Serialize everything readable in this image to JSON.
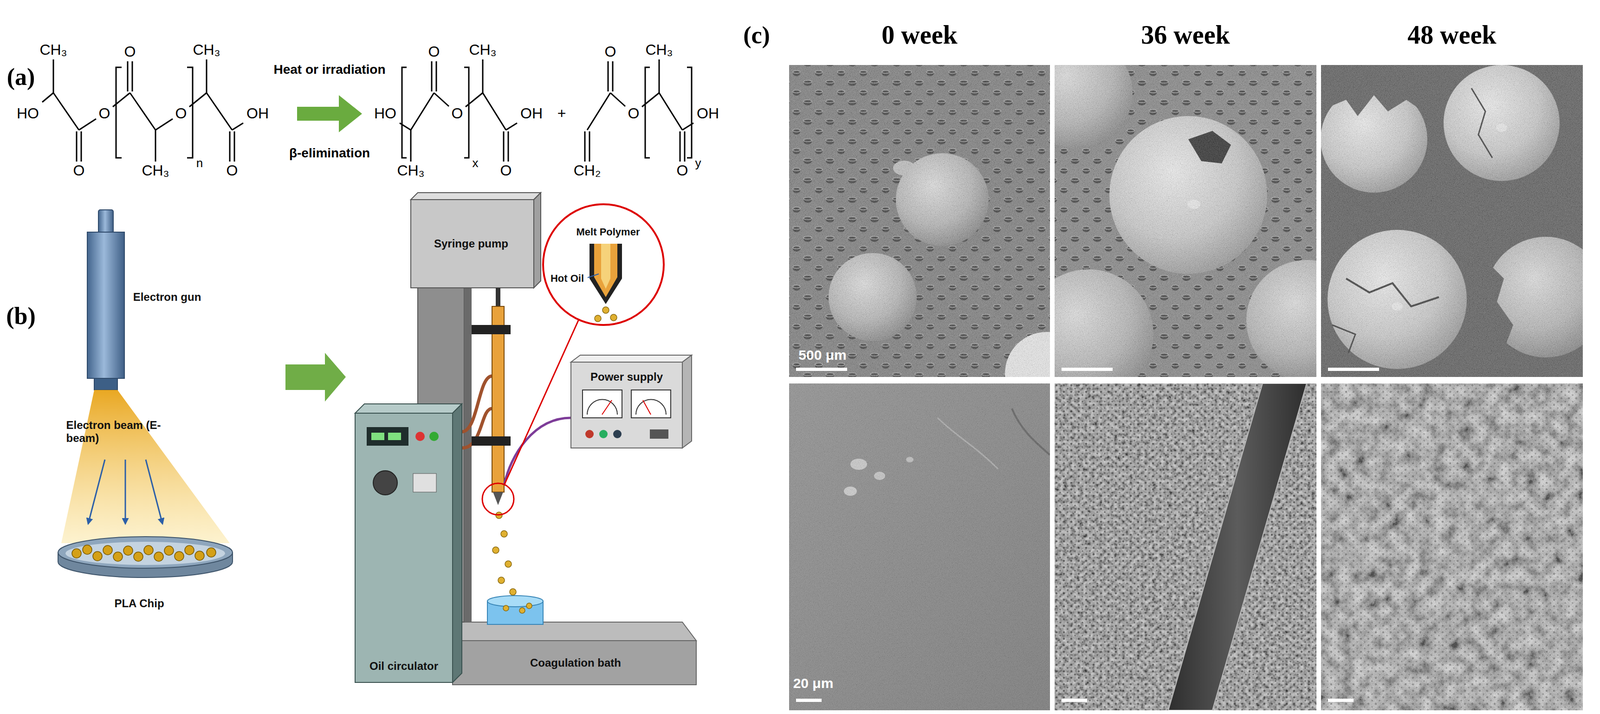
{
  "diagram": {
    "labels": [
      "(a)",
      "CH₃",
      "HO",
      "O",
      "O",
      "O",
      "CH₃",
      "O",
      "n",
      "CH₃",
      "O",
      "OH",
      "Heat or irradiation",
      "β-elimination",
      "HO",
      "CH₃",
      "O",
      "O",
      "x",
      "CH₃",
      "O",
      "OH",
      "+",
      "CH₂",
      "O",
      "O",
      "CH₃",
      "O",
      "y",
      "OH",
      "(b)",
      "Electron gun",
      "Electron beam (E-beam)",
      "PLA Chip",
      "Syringe pump",
      "Melt Polymer",
      "Hot Oil",
      "Power supply",
      "Oil circulator",
      "Coagulation bath",
      "(c)",
      "0 week",
      "36 week",
      "48 week",
      "500 μm",
      "20 μm"
    ]
  }
}
